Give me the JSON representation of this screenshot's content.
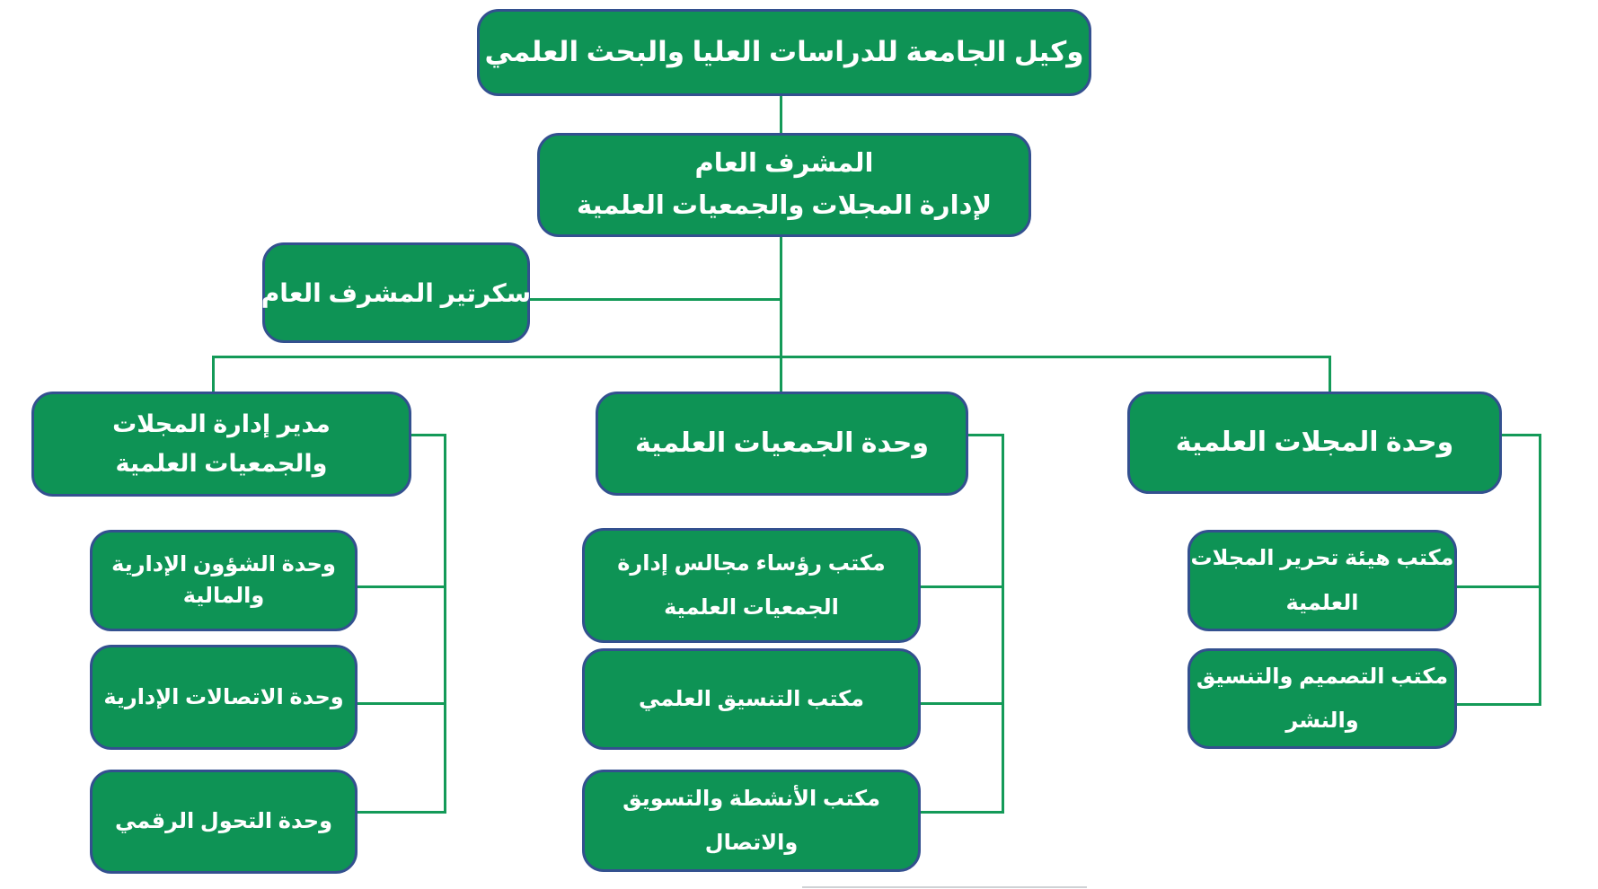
{
  "colors": {
    "box_fill": "#0E9355",
    "box_border": "#33508F",
    "box_text": "#FFFFFF",
    "connector_line": "#149A58",
    "background": "#FFFFFF"
  },
  "nodes": {
    "root": {
      "label": "وكيل الجامعة للدراسات العليا والبحث العلمي"
    },
    "general_supervisor": {
      "line1": "المشرف العام",
      "line2": "لإدارة المجلات والجمعيات العلمية"
    },
    "secretary": {
      "label": "سكرتير المشرف العام"
    },
    "director": {
      "line1": "مدير إدارة المجلات",
      "line2": "والجمعيات العلمية"
    },
    "societies_unit": {
      "label": "وحدة الجمعيات العلمية"
    },
    "journals_unit": {
      "label": "وحدة المجلات العلمية"
    },
    "director_children": [
      {
        "line1": "وحدة الشؤون الإدارية",
        "line2": "والمالية"
      },
      {
        "label": "وحدة الاتصالات الإدارية"
      },
      {
        "label": "وحدة التحول الرقمي"
      }
    ],
    "societies_children": [
      {
        "line1": "مكتب رؤساء مجالس إدارة",
        "line2": "الجمعيات العلمية"
      },
      {
        "label": "مكتب التنسيق العلمي"
      },
      {
        "line1": "مكتب الأنشطة والتسويق",
        "line2": "والاتصال"
      }
    ],
    "journals_children": [
      {
        "line1": "مكتب هيئة تحرير المجلات",
        "line2": "العلمية"
      },
      {
        "line1": "مكتب التصميم والتنسيق",
        "line2": "والنشر"
      }
    ]
  }
}
